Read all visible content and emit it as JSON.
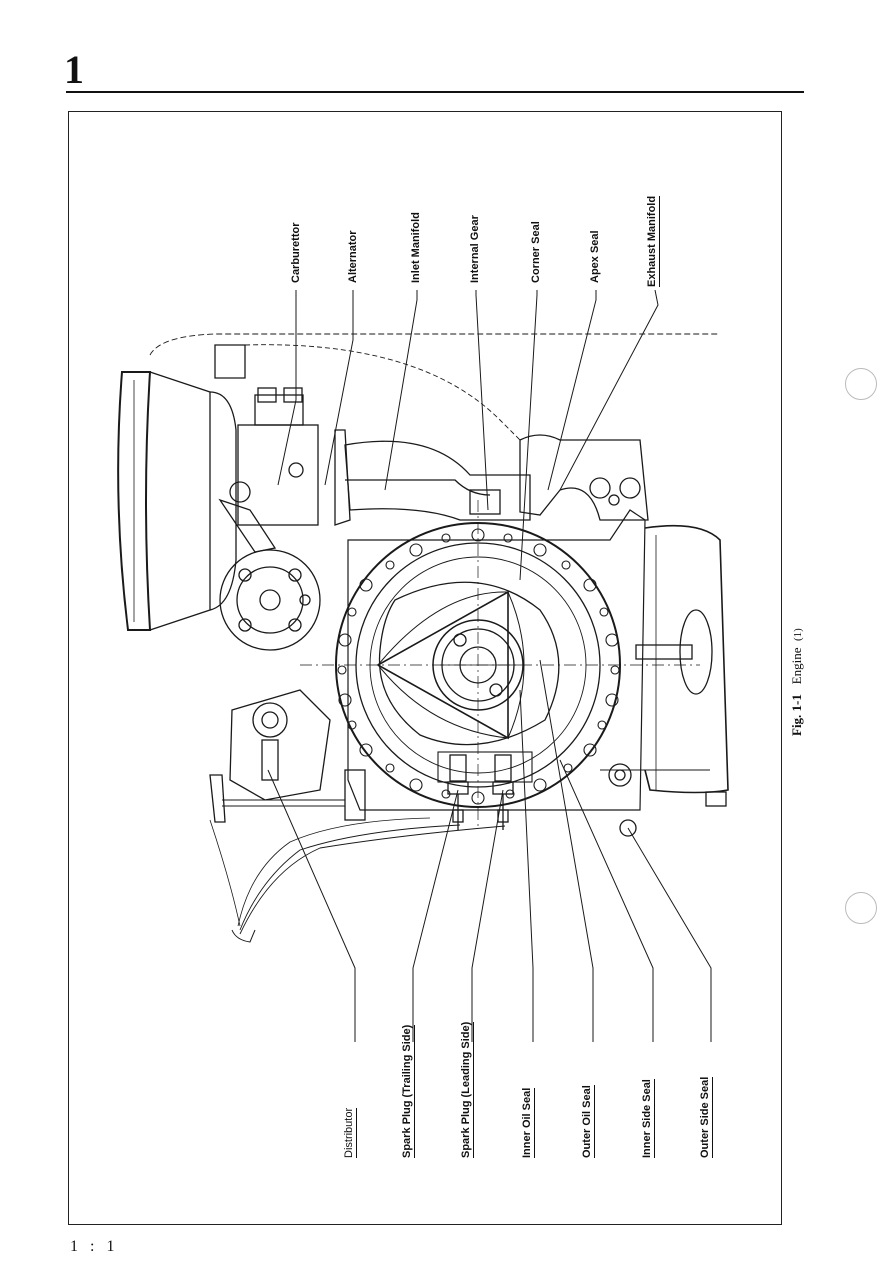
{
  "chapter_number": "1",
  "page_number": "1 : 1",
  "figure": {
    "number": "Fig. 1-1",
    "title": "Engine",
    "subtitle": "(1)"
  },
  "labels_top": [
    "Carburettor",
    "Alternator",
    "Inlet Manifold",
    "Internal Gear",
    "Corner Seal",
    "Apex Seal",
    "Exhaust Manifold"
  ],
  "labels_bottom": [
    "Distributor",
    "Spark Plug (Trailing Side)",
    "Spark Plug (Leading Side)",
    "Inner Oil Seal",
    "Outer Oil Seal",
    "Inner Side Seal",
    "Outer Side Seal"
  ]
}
